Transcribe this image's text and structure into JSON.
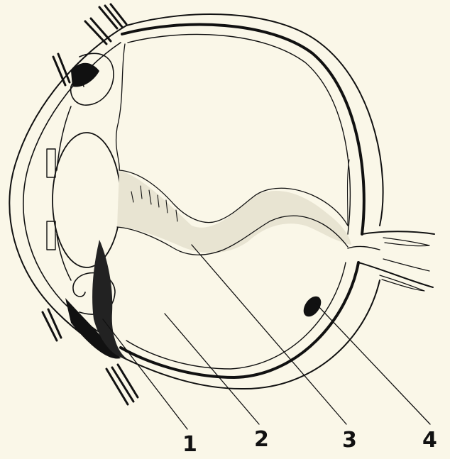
{
  "labels": [
    "1",
    "2",
    "3",
    "4"
  ],
  "colors": {
    "background": "#faf7e8",
    "ink": "#111111",
    "vitreous_tint": "#e8e4d2"
  }
}
